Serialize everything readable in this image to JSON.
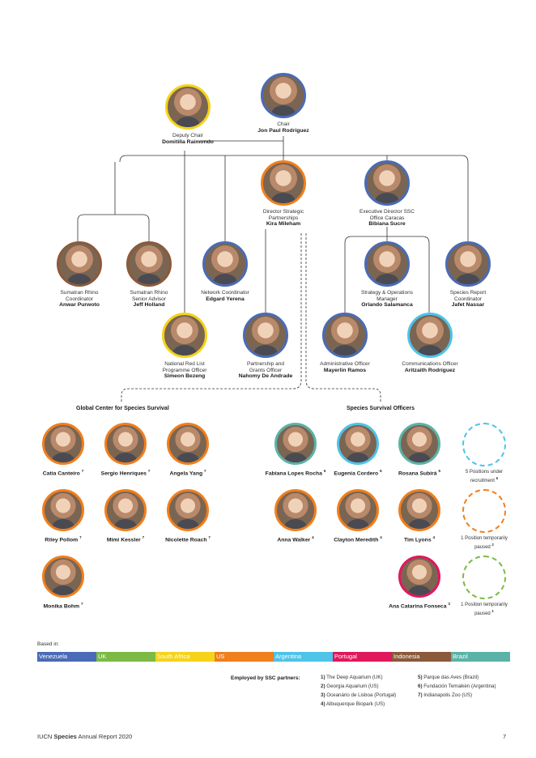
{
  "colors": {
    "venezuela": "#4a6bb5",
    "uk": "#7cba45",
    "south_africa": "#f5d31b",
    "us": "#f07f1e",
    "argentina": "#4fc3e8",
    "portugal": "#e0175d",
    "indonesia": "#8a5a3a",
    "brazil": "#5bb3a8"
  },
  "chair": {
    "role": "Chair",
    "name": "Jon Paul Rodríguez"
  },
  "deputy": {
    "role": "Deputy Chair",
    "name": "Domitilla Raimondo"
  },
  "kira": {
    "role": "Director Strategic Partnerships",
    "name": "Kira Mileham"
  },
  "bibiana": {
    "role": "Executive Director SSC Office Caracas",
    "name": "Bibiana Sucre"
  },
  "anwar": {
    "role": "Sumatran Rhino Coordinator",
    "name": "Anwar Purwoto"
  },
  "jeff": {
    "role": "Sumatran Rhino Senior Advisor",
    "name": "Jeff Holland"
  },
  "edgard": {
    "role": "Network Coordinator",
    "name": "Edgard Yerena"
  },
  "orlando": {
    "role": "Strategy & Operations Manager",
    "name": "Orlando Salamanca"
  },
  "jafet": {
    "role": "Species Report Coordinator",
    "name": "Jafet Nassar"
  },
  "simeon": {
    "role": "National Red List Programme Officer",
    "name": "Simeon Bezeng"
  },
  "nahomy": {
    "role": "Partnership and Grants Officer",
    "name": "Nahomy De Andrade"
  },
  "mayerlin": {
    "role": "Administrative Officer",
    "name": "Mayerlin Ramos"
  },
  "aritzaith": {
    "role": "Communications Officer",
    "name": "Aritzaith Rodríguez"
  },
  "groups": {
    "gcss": "Global Center for Species Survival",
    "sso": "Species Survival Officers"
  },
  "gcss_staff": [
    {
      "name": "Catia Canteiro",
      "sup": "7"
    },
    {
      "name": "Sergio Henriques",
      "sup": "7"
    },
    {
      "name": "Angela Yang",
      "sup": "7"
    },
    {
      "name": "Riley Pollom",
      "sup": "7"
    },
    {
      "name": "Mimi Kessler",
      "sup": "7"
    },
    {
      "name": "Nicolette Roach",
      "sup": "7"
    },
    {
      "name": "Monika Bohm",
      "sup": "7"
    }
  ],
  "sso_staff": [
    {
      "name": "Fabiana Lopes Rocha",
      "sup": "5"
    },
    {
      "name": "Eugenia Cordero",
      "sup": "6"
    },
    {
      "name": "Rosana Subirá",
      "sup": "5"
    },
    {
      "name": "Anna Walker",
      "sup": "4"
    },
    {
      "name": "Clayton Meredith",
      "sup": "4"
    },
    {
      "name": "Tim Lyons",
      "sup": "4"
    },
    {
      "name": "Ana Catarina Fonseca",
      "sup": "3"
    }
  ],
  "vacancies": [
    {
      "text": "5 Positions under recruitment",
      "sup": "6"
    },
    {
      "text": "1 Position temporarily paused",
      "sup": "2"
    },
    {
      "text": "1 Position temporarily paused",
      "sup": "1"
    }
  ],
  "based_in": {
    "label": "Based in:",
    "items": [
      "Venezuela",
      "UK",
      "South Africa",
      "US",
      "Argentina",
      "Portugal",
      "Indonesia",
      "Brazil"
    ]
  },
  "partners": {
    "title": "Employed by SSC partners:",
    "col1": [
      {
        "num": "1)",
        "text": "The Deep Aquarium (UK)"
      },
      {
        "num": "2)",
        "text": "Georgia Aquarium (US)"
      },
      {
        "num": "3)",
        "text": "Oceanário de Lisboa (Portugal)"
      },
      {
        "num": "4)",
        "text": "Albuquerque Biopark (US)"
      }
    ],
    "col2": [
      {
        "num": "5)",
        "text": "Parque das Aves (Brazil)"
      },
      {
        "num": "6)",
        "text": "Fundación Temaikèn (Argentina)"
      },
      {
        "num": "7)",
        "text": "Indianapolis Zoo (US)"
      }
    ]
  },
  "footer": {
    "org": "IUCN",
    "bold": "Species",
    "rest": "Annual Report 2020",
    "page": "7"
  }
}
